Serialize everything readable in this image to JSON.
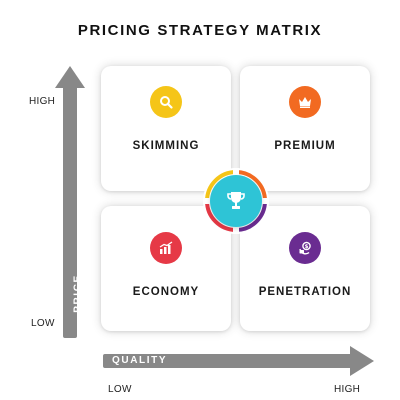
{
  "title": "PRICING STRATEGY MATRIX",
  "axes": {
    "y": {
      "name": "PRICE",
      "high_label": "HIGH",
      "low_label": "LOW"
    },
    "x": {
      "name": "QUALITY",
      "low_label": "LOW",
      "high_label": "HIGH"
    }
  },
  "colors": {
    "axis_gray": "#888888",
    "skimming": "#F5C518",
    "premium": "#F26A21",
    "economy": "#E63946",
    "penetration": "#6A2C91",
    "center": "#2EC4D6"
  },
  "quadrants": {
    "top_left": {
      "label": "SKIMMING",
      "icon": "search-icon"
    },
    "top_right": {
      "label": "PREMIUM",
      "icon": "crown-icon"
    },
    "bottom_left": {
      "label": "ECONOMY",
      "icon": "bar-chart-icon"
    },
    "bottom_right": {
      "label": "PENETRATION",
      "icon": "money-cycle-icon"
    }
  },
  "center": {
    "icon": "trophy-icon"
  }
}
